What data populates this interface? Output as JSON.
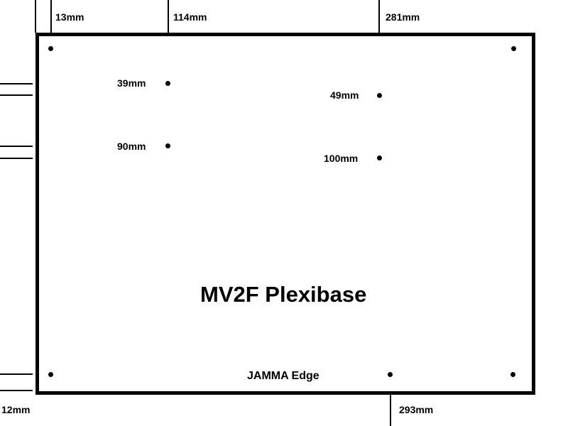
{
  "title": "MV2F Plexibase",
  "edge_label": "JAMMA Edge",
  "top_dimensions": [
    "13mm",
    "114mm",
    "281mm"
  ],
  "bottom_dimensions": [
    "12mm",
    "293mm"
  ],
  "hole_labels": {
    "left_upper": "39mm",
    "left_lower": "90mm",
    "right_upper": "49mm",
    "right_lower": "100mm"
  },
  "colors": {
    "ink": "#000000",
    "background": "#ffffff"
  }
}
